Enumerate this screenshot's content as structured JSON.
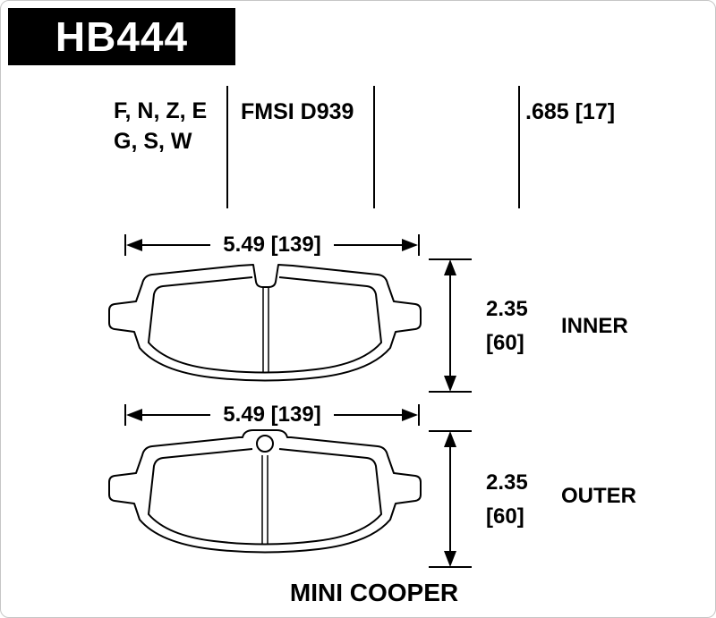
{
  "part": {
    "number": "HB444"
  },
  "header": {
    "compounds_line1": "F, N, Z, E",
    "compounds_line2": "G, S, W",
    "fmsi": "FMSI D939",
    "thickness": ".685 [17]"
  },
  "drawings": [
    {
      "width_dim": "5.49 [139]",
      "thickness_in": "2.35",
      "thickness_mm": "[60]",
      "label": "INNER"
    },
    {
      "width_dim": "5.49 [139]",
      "thickness_in": "2.35",
      "thickness_mm": "[60]",
      "label": "OUTER"
    }
  ],
  "footer": {
    "vehicle": "MINI COOPER"
  }
}
